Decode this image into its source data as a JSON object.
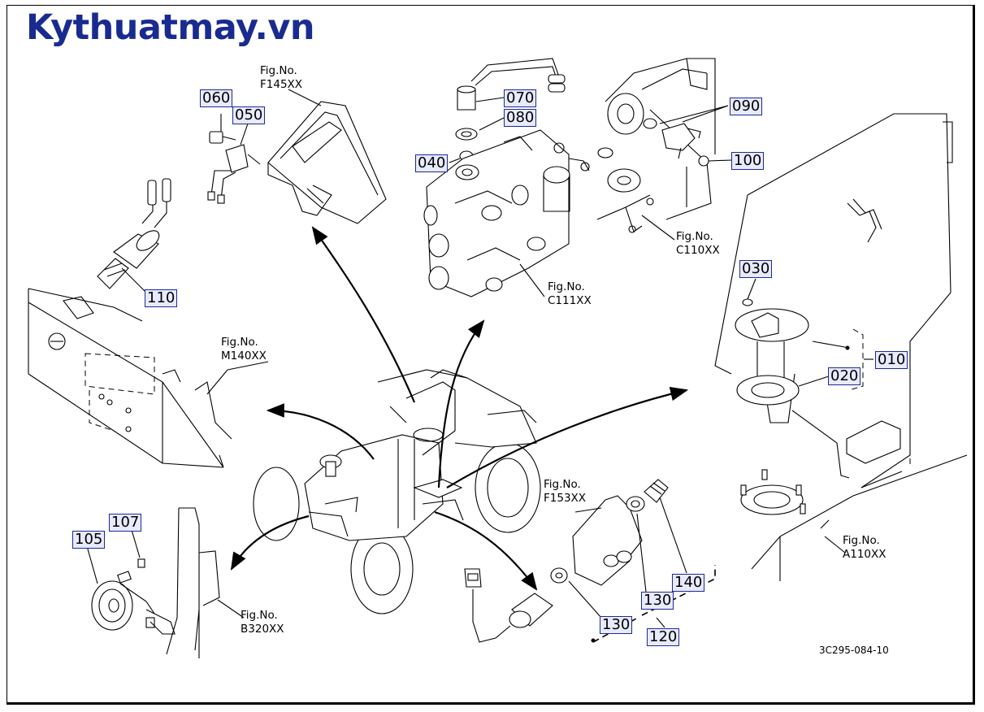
{
  "brand": "Kythuatmay.vn",
  "colors": {
    "brand": "#1a2b8f",
    "label_fill": "#e8eaff",
    "label_border": "#1c2a94"
  },
  "diagram_code": "3C295-084-10",
  "part_labels": {
    "p010": "010",
    "p020": "020",
    "p030": "030",
    "p040": "040",
    "p050": "050",
    "p060": "060",
    "p070": "070",
    "p080": "080",
    "p090": "090",
    "p100": "100",
    "p105": "105",
    "p107": "107",
    "p110": "110",
    "p120": "120",
    "p130a": "130",
    "p130b": "130",
    "p140": "140"
  },
  "figure_refs": {
    "f145": {
      "line1": "Fig.No.",
      "line2": "F145XX"
    },
    "c111": {
      "line1": "Fig.No.",
      "line2": "C111XX"
    },
    "c110": {
      "line1": "Fig.No.",
      "line2": "C110XX"
    },
    "m140": {
      "line1": "Fig.No.",
      "line2": "M140XX"
    },
    "f153": {
      "line1": "Fig.No.",
      "line2": "F153XX"
    },
    "a110": {
      "line1": "Fig.No.",
      "line2": "A110XX"
    },
    "b320": {
      "line1": "Fig.No.",
      "line2": "B320XX"
    }
  }
}
